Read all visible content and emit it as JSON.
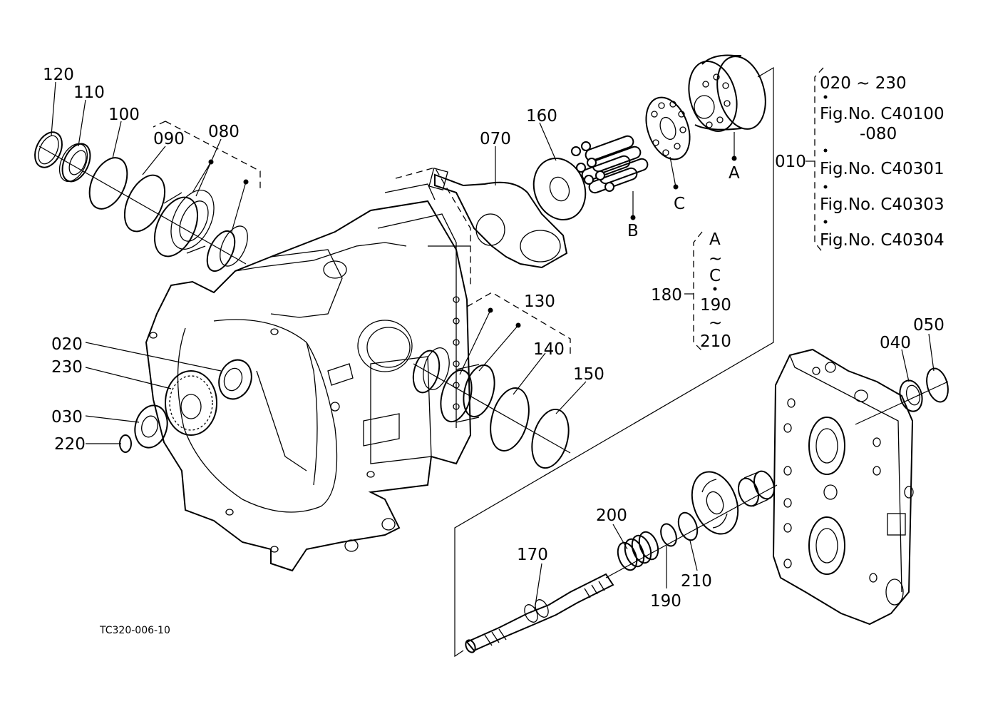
{
  "figure_code": "TC320-006-10",
  "callouts": {
    "p120": "120",
    "p110": "110",
    "p100": "100",
    "p090": "090",
    "p080": "080",
    "p070": "070",
    "p160": "160",
    "p130": "130",
    "p140": "140",
    "p150": "150",
    "p020": "020",
    "p230": "230",
    "p030": "030",
    "p220": "220",
    "p040": "040",
    "p050": "050",
    "p170": "170",
    "p200": "200",
    "p190": "190",
    "p210": "210",
    "p180": "180",
    "p010": "010",
    "subA": "A",
    "subB": "B",
    "subC": "C"
  },
  "group_180": {
    "line1": "A",
    "line2": "~",
    "line3": "C",
    "line4": "190",
    "line5": "~",
    "line6": "210"
  },
  "group_010": {
    "range": "020 ~ 230",
    "ref1": "Fig.No. C40100",
    "ref1b": "-080",
    "ref2": "Fig.No. C40301",
    "ref3": "Fig.No. C40303",
    "ref4": "Fig.No. C40304"
  }
}
